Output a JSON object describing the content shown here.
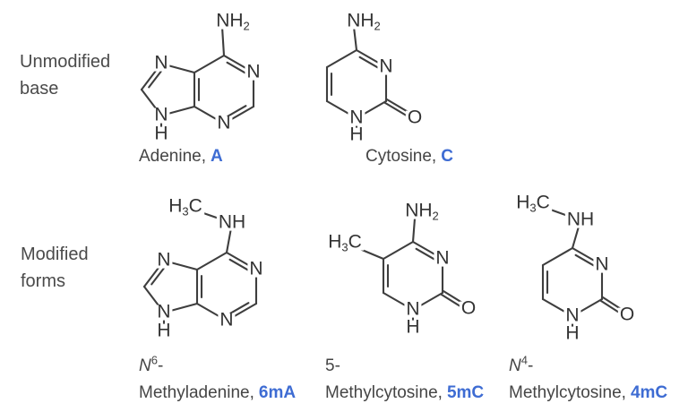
{
  "colors": {
    "background": "#ffffff",
    "text_gray": "#4a4a4a",
    "caption_gray": "#454545",
    "structure_ink": "#3e3e3e",
    "accent_blue": "#3e6cd3"
  },
  "row_labels": {
    "row1_line1": "Unmodified",
    "row1_line2": "base",
    "row2_line1": "Modified",
    "row2_line2": "forms"
  },
  "molecules": {
    "adenine": {
      "caption_name": "Adenine,",
      "caption_symbol": "A",
      "atoms": {
        "amino": {
          "main": "NH",
          "sub": "2"
        },
        "n1": "N",
        "n3": "N",
        "n7": "N",
        "n9": "N",
        "h9": "H"
      }
    },
    "cytosine": {
      "caption_name": "Cytosine,",
      "caption_symbol": "C",
      "atoms": {
        "amino": {
          "main": "NH",
          "sub": "2"
        },
        "n3": "N",
        "n1": "N",
        "h1": "H",
        "o2": "O"
      }
    },
    "methyladenine": {
      "caption_prefix_base": "N",
      "caption_prefix_sup": "6",
      "caption_prefix_dash": "-",
      "caption_name": "Methyladenine,",
      "caption_symbol": "6mA",
      "atoms": {
        "methyl": {
          "h": "H",
          "sub": "3",
          "c": "C"
        },
        "nh": "NH",
        "n1": "N",
        "n3": "N",
        "n7": "N",
        "n9": "N",
        "h9": "H"
      }
    },
    "methylcytosine5": {
      "caption_prefix": "5-",
      "caption_name": "Methylcytosine,",
      "caption_symbol": "5mC",
      "atoms": {
        "amino": {
          "main": "NH",
          "sub": "2"
        },
        "methyl": {
          "h": "H",
          "sub": "3",
          "c": "C"
        },
        "n3": "N",
        "n1": "N",
        "h1": "H",
        "o2": "O"
      }
    },
    "methylcytosine4": {
      "caption_prefix_base": "N",
      "caption_prefix_sup": "4",
      "caption_prefix_dash": "-",
      "caption_name": "Methylcytosine,",
      "caption_symbol": "4mC",
      "atoms": {
        "methyl": {
          "h": "H",
          "sub": "3",
          "c": "C"
        },
        "nh": "NH",
        "n3": "N",
        "n1": "N",
        "h1": "H",
        "o2": "O"
      }
    }
  }
}
